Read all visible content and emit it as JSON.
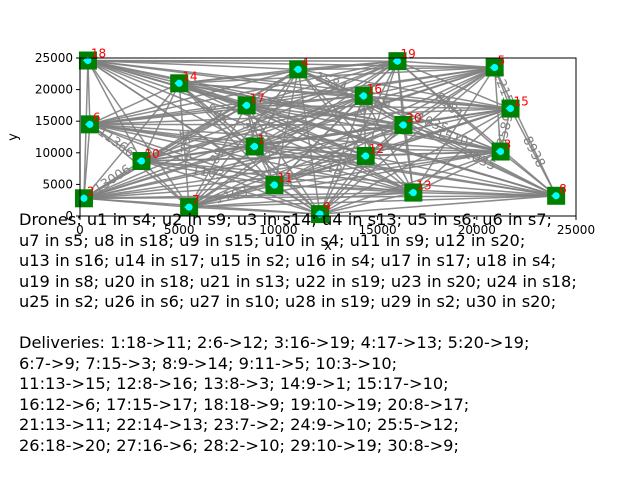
{
  "chart_data": {
    "type": "scatter",
    "title": "",
    "xlabel": "x",
    "ylabel": "y",
    "xlim": [
      0,
      25000
    ],
    "ylim": [
      0,
      25000
    ],
    "xticks": [
      0,
      5000,
      10000,
      15000,
      20000,
      25000
    ],
    "yticks": [
      0,
      5000,
      10000,
      15000,
      20000,
      25000
    ],
    "grid": false,
    "colors": {
      "station": "#008000",
      "drone": "#00ffff",
      "edge": "#808080",
      "station_label": "#ff0000",
      "edge_label": "#808080"
    },
    "stations": [
      {
        "id": "1",
        "x": 8800,
        "y": 11000
      },
      {
        "id": "2",
        "x": 200,
        "y": 2800
      },
      {
        "id": "3",
        "x": 21200,
        "y": 10200
      },
      {
        "id": "4",
        "x": 11000,
        "y": 23200
      },
      {
        "id": "5",
        "x": 20900,
        "y": 23500
      },
      {
        "id": "6",
        "x": 500,
        "y": 14500
      },
      {
        "id": "7",
        "x": 5500,
        "y": 1400
      },
      {
        "id": "8",
        "x": 24000,
        "y": 3200
      },
      {
        "id": "9",
        "x": 12100,
        "y": 300
      },
      {
        "id": "10",
        "x": 3100,
        "y": 8700
      },
      {
        "id": "11",
        "x": 9800,
        "y": 4900
      },
      {
        "id": "12",
        "x": 14400,
        "y": 9500
      },
      {
        "id": "13",
        "x": 16800,
        "y": 3700
      },
      {
        "id": "14",
        "x": 5000,
        "y": 21000
      },
      {
        "id": "15",
        "x": 21700,
        "y": 17000
      },
      {
        "id": "16",
        "x": 14300,
        "y": 19000
      },
      {
        "id": "17",
        "x": 8400,
        "y": 17500
      },
      {
        "id": "18",
        "x": 400,
        "y": 24600
      },
      {
        "id": "19",
        "x": 16000,
        "y": 24500
      },
      {
        "id": "20",
        "x": 16300,
        "y": 14400
      }
    ],
    "edge_labels": [
      "846",
      "89",
      "0983",
      "1584",
      "2035",
      "1215",
      "8181",
      "6006",
      "3589",
      "8938",
      "11366",
      "1628",
      "31",
      "1510",
      "1103",
      "1103",
      "13006",
      "13",
      "1035"
    ]
  },
  "drones_text": "Drones: u1 in s4; u2 in s9; u3 in s14; u4 in s13; u5 in s6; u6 in s7;\nu7 in s5; u8 in s18; u9 in s15; u10 in s4; u11 in s9; u12 in s20;\nu13 in s16; u14 in s17; u15 in s2; u16 in s4; u17 in s17; u18 in s4;\nu19 in s8; u20 in s18; u21 in s13; u22 in s19; u23 in s20; u24 in s18;\nu25 in s2; u26 in s6; u27 in s10; u28 in s19; u29 in s2; u30 in s20;",
  "deliveries_text": "Deliveries: 1:18->11; 2:6->12; 3:16->19; 4:17->13; 5:20->19;\n6:7->9; 7:15->3; 8:9->14; 9:11->5; 10:3->10;\n11:13->15; 12:8->16; 13:8->3; 14:9->1; 15:17->10;\n16:12->6; 17:15->17; 18:18->9; 19:10->19; 20:8->17;\n21:13->11; 22:14->13; 23:7->2; 24:9->10; 25:5->12;\n26:18->20; 27:16->6; 28:2->10; 29:10->19; 30:8->9;"
}
